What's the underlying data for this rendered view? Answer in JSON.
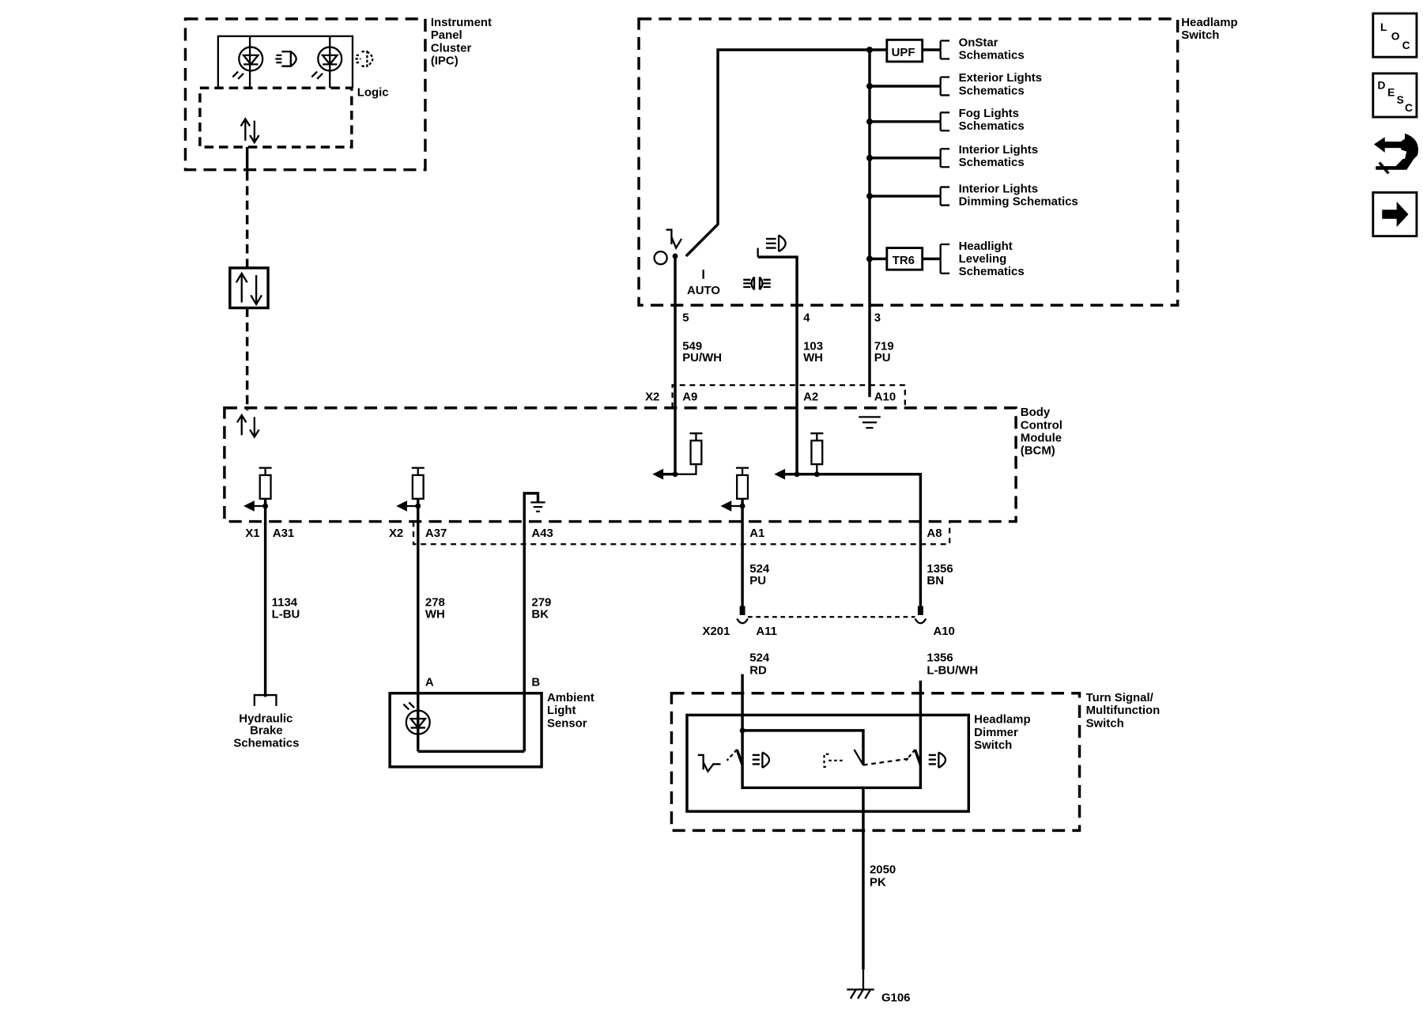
{
  "modules": {
    "ipc": {
      "line1": "Instrument",
      "line2": "Panel",
      "line3": "Cluster",
      "line4": "(IPC)",
      "logic": "Logic"
    },
    "headlamp_switch": {
      "line1": "Headlamp",
      "line2": "Switch",
      "auto": "AUTO"
    },
    "bcm": {
      "line1": "Body",
      "line2": "Control",
      "line3": "Module",
      "line4": "(BCM)"
    },
    "ambient": {
      "line1": "Ambient",
      "line2": "Light",
      "line3": "Sensor"
    },
    "turn_signal": {
      "line1": "Turn Signal/",
      "line2": "Multifunction",
      "line3": "Switch"
    },
    "dimmer": {
      "line1": "Headlamp",
      "line2": "Dimmer",
      "line3": "Switch"
    }
  },
  "devices": {
    "upf": "UPF",
    "tr6": "TR6"
  },
  "references": {
    "onstar": {
      "line1": "OnStar",
      "line2": "Schematics"
    },
    "exterior": {
      "line1": "Exterior Lights",
      "line2": "Schematics"
    },
    "fog": {
      "line1": "Fog Lights",
      "line2": "Schematics"
    },
    "interior": {
      "line1": "Interior Lights",
      "line2": "Schematics"
    },
    "interior_dim": {
      "line1": "Interior Lights",
      "line2": "Dimming Schematics"
    },
    "leveling": {
      "line1": "Headlight",
      "line2": "Leveling",
      "line3": "Schematics"
    },
    "hydraulic": {
      "line1": "Hydraulic",
      "line2": "Brake",
      "line3": "Schematics"
    }
  },
  "pins": {
    "hs5": "5",
    "hs4": "4",
    "hs3": "3",
    "x2_top": "X2",
    "a9": "A9",
    "a2": "A2",
    "a10_top": "A10",
    "x1": "X1",
    "a31": "A31",
    "x2_bottom": "X2",
    "a37": "A37",
    "a43": "A43",
    "a1": "A1",
    "a8": "A8",
    "x201": "X201",
    "a11": "A11",
    "a10_bottom": "A10",
    "sensor_a": "A",
    "sensor_b": "B"
  },
  "circuits": {
    "c549": {
      "num": "549",
      "color": "PU/WH"
    },
    "c103": {
      "num": "103",
      "color": "WH"
    },
    "c719": {
      "num": "719",
      "color": "PU"
    },
    "c1134": {
      "num": "1134",
      "color": "L-BU"
    },
    "c278": {
      "num": "278",
      "color": "WH"
    },
    "c279": {
      "num": "279",
      "color": "BK"
    },
    "c524_top": {
      "num": "524",
      "color": "PU"
    },
    "c1356_top": {
      "num": "1356",
      "color": "BN"
    },
    "c524_bottom": {
      "num": "524",
      "color": "RD"
    },
    "c1356_bottom": {
      "num": "1356",
      "color": "L-BU/WH"
    },
    "c2050": {
      "num": "2050",
      "color": "PK"
    }
  },
  "ground": {
    "g106": "G106"
  },
  "nav": {
    "loc": {
      "l1": "L",
      "l2": "O",
      "l3": "C"
    },
    "desc": {
      "l1": "D",
      "l2": "E",
      "l3": "S",
      "l4": "C"
    }
  }
}
